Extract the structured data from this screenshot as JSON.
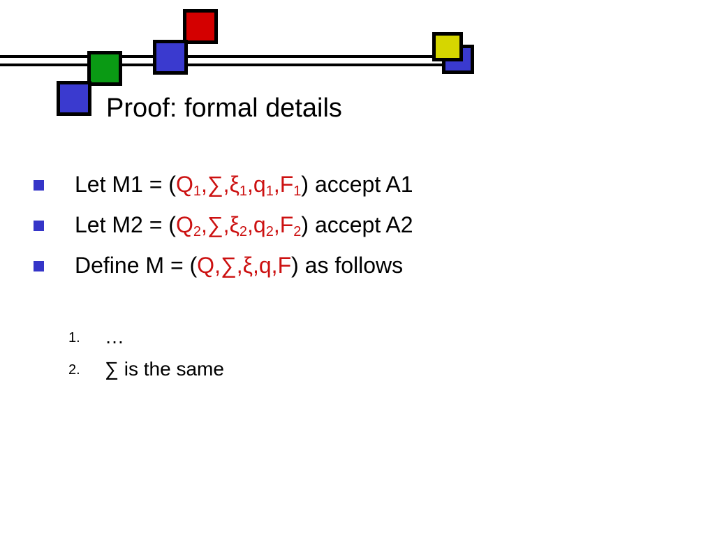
{
  "slide": {
    "title": "Proof: formal details",
    "bullets": [
      {
        "prefix": "Let M1 = (",
        "tuple": [
          {
            "text": "Q",
            "sub": "1"
          },
          {
            "text": ",∑,",
            "sub": ""
          },
          {
            "text": "ξ",
            "sub": "1"
          },
          {
            "text": ",q",
            "sub": "1"
          },
          {
            "text": ",F",
            "sub": "1"
          }
        ],
        "suffix": ") accept A1"
      },
      {
        "prefix": "Let M2 = (",
        "tuple": [
          {
            "text": "Q",
            "sub": "2"
          },
          {
            "text": ",∑,",
            "sub": ""
          },
          {
            "text": "ξ",
            "sub": "2"
          },
          {
            "text": ",q",
            "sub": "2"
          },
          {
            "text": ",F",
            "sub": "2"
          }
        ],
        "suffix": ") accept A2"
      },
      {
        "prefix": "Define M = (",
        "tuple": [
          {
            "text": "Q,∑,ξ,q,F",
            "sub": ""
          }
        ],
        "suffix": ") as follows"
      }
    ],
    "numbered_items": [
      {
        "marker": "1.",
        "text": "…"
      },
      {
        "marker": "2.",
        "text": "∑ is the same"
      }
    ]
  },
  "colors": {
    "accent_red": "#cc1111",
    "bullet_blue": "#3535c8",
    "square_blue": "#3a3acf",
    "square_green": "#0a9a14",
    "square_red": "#d40000",
    "square_yellow": "#d6d600"
  }
}
